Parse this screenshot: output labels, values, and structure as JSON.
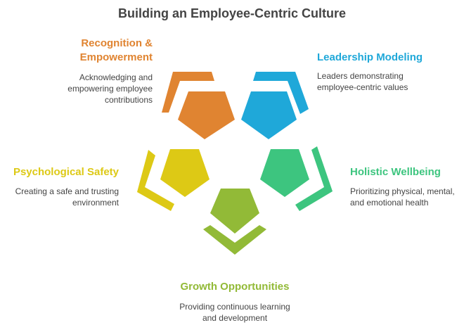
{
  "title": "Building an Employee-Centric Culture",
  "colors": {
    "recognition": "#E08431",
    "leadership": "#1FA8D9",
    "psychological": "#DDC915",
    "wellbeing": "#3DC57F",
    "growth": "#92BA37",
    "text": "#444444"
  },
  "pillars": {
    "recognition": {
      "heading_line1": "Recognition &",
      "heading_line2": "Empowerment",
      "desc_line1": "Acknowledging and",
      "desc_line2": "empowering employee",
      "desc_line3": "contributions",
      "icon": "pentagon-orange"
    },
    "leadership": {
      "heading": "Leadership Modeling",
      "desc_line1": "Leaders demonstrating",
      "desc_line2": "employee-centric values",
      "icon": "pentagon-blue"
    },
    "psychological": {
      "heading": "Psychological Safety",
      "desc_line1": "Creating a safe and trusting",
      "desc_line2": "environment",
      "icon": "pentagon-yellow"
    },
    "wellbeing": {
      "heading": "Holistic Wellbeing",
      "desc_line1": "Prioritizing physical, mental,",
      "desc_line2": "and emotional health",
      "icon": "pentagon-green"
    },
    "growth": {
      "heading": "Growth Opportunities",
      "desc_line1": "Providing continuous learning",
      "desc_line2": "and development",
      "icon": "pentagon-lime"
    }
  }
}
